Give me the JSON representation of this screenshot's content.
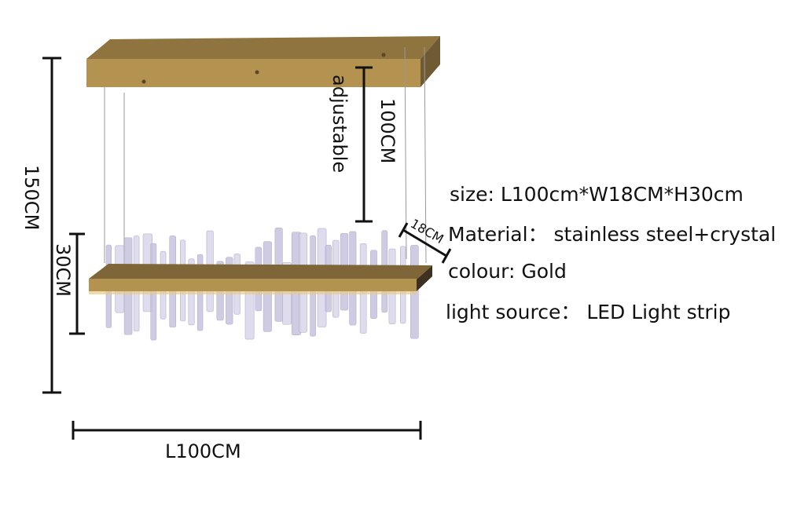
{
  "dimensions": {
    "total_height": "150CM",
    "body_height": "30CM",
    "adjustable_label": "adjustable",
    "adjustable_length": "100CM",
    "width": "18CM",
    "length": "L100CM"
  },
  "specs": {
    "size": "size:  L100cm*W18CM*H30cm",
    "material": "Material： stainless steel+crystal",
    "colour": "colour:  Gold",
    "light_source": "light source：   LED  Light strip"
  },
  "colors": {
    "gold": "#b3934f",
    "gold_dark": "#6f5a33",
    "line": "#111111"
  }
}
